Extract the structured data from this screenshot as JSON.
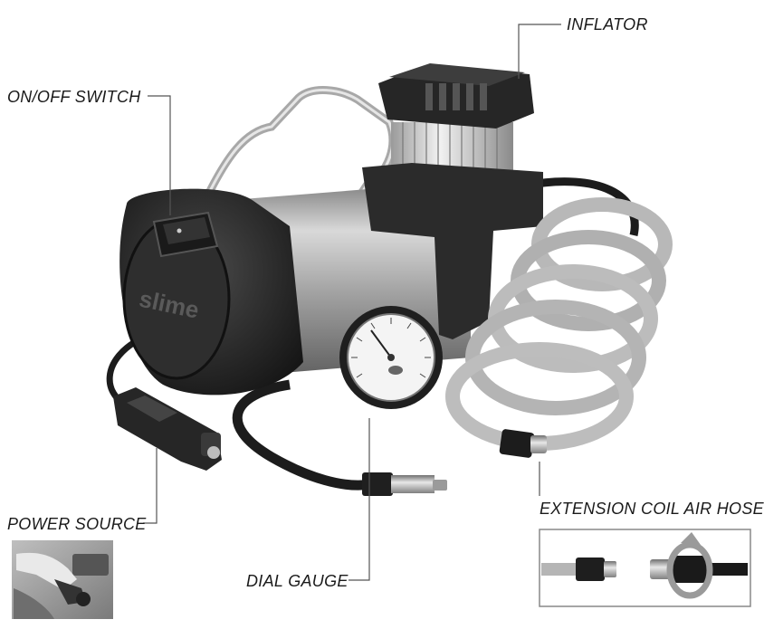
{
  "labels": {
    "inflator": "INFLATOR",
    "on_off_switch": "ON/OFF SWITCH",
    "power_source": "POWER SOURCE",
    "dial_gauge": "DIAL GAUGE",
    "extension_hose": "EXTENSION COIL AIR HOSE"
  },
  "brand_logo": "slime",
  "colors": {
    "body_dark": "#2a2a2a",
    "cylinder_silver": "#a9a9a9",
    "hose_gray": "#b5b5b5",
    "leader_line": "#555555"
  }
}
